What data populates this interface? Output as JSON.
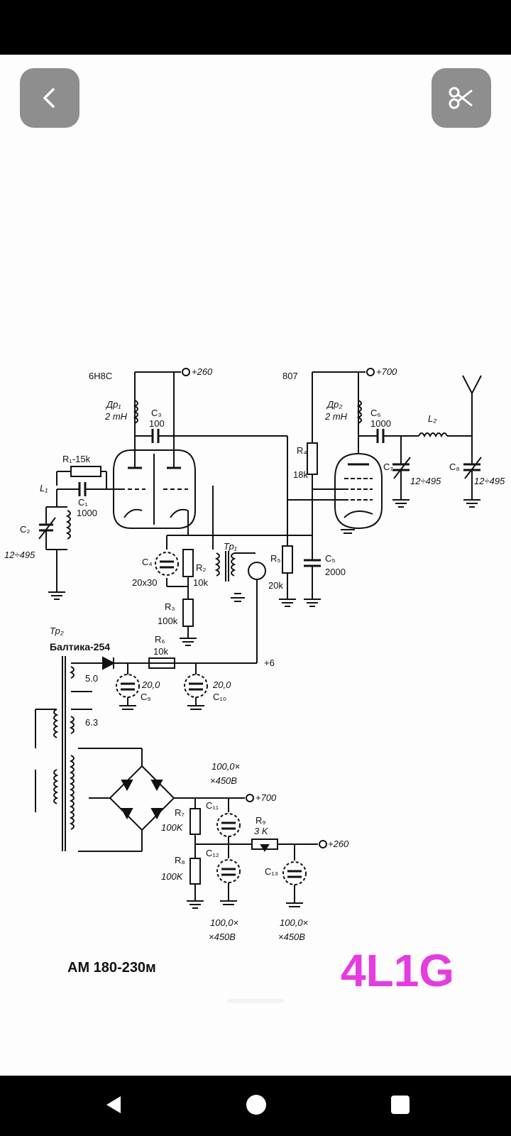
{
  "toolbar": {
    "back_icon": "chevron-left-icon",
    "cut_icon": "scissors-icon"
  },
  "schematic": {
    "tube1": "6Н8С",
    "tube2": "807",
    "v260_top": "+260",
    "v700_top": "+700",
    "dr1": "Др₁",
    "dr1_val": "2 mH",
    "dr2": "Др₂",
    "dr2_val": "2 mH",
    "c3": "C₃",
    "c3_val": "100",
    "c6": "C₆",
    "c6_val": "1000",
    "l2": "L₂",
    "r1": "R₁-15k",
    "l1": "L₁",
    "c1": "C₁",
    "c1_val": "1000",
    "c2": "C₂",
    "c2_val": "12÷495",
    "r4": "R₄",
    "r4_val": "18k",
    "c7": "C₇",
    "c7_val": "12÷495",
    "c8": "C₈",
    "c8_val": "12÷495",
    "c4": "C₄",
    "c4_val": "20x30",
    "r2": "R₂",
    "r2_val": "10k",
    "tr1": "Тр₁",
    "r5": "R₅",
    "r5_val": "20k",
    "c5": "C₅",
    "c5_val": "2000",
    "r3": "R₃",
    "r3_val": "100k",
    "tr2": "Тр₂",
    "tr2_name": "Балтика-254",
    "r6": "R₆",
    "r6_val": "10k",
    "v6": "+6",
    "v5": "5.0",
    "v63": "6.3",
    "c9_val": "20,0",
    "c9": "C₉",
    "c10_val": "20,0",
    "c10": "C₁₀",
    "cap_big1a": "100,0×",
    "cap_big1b": "×450В",
    "v700_bottom": "+700",
    "c11": "C₁₁",
    "r7": "R₇",
    "r7_val": "100K",
    "r9": "R₉",
    "r9_val": "3 K",
    "v260_bottom": "+260",
    "c12": "C₁₂",
    "r8": "R₈",
    "r8_val": "100K",
    "c13": "C₁₃",
    "cap_big2a": "100,0×",
    "cap_big2b": "×450В",
    "cap_big3a": "100,0×",
    "cap_big3b": "×450В",
    "band": "AM 180-230м",
    "logo": "4L1G"
  },
  "colors": {
    "logo": "#e53ce0",
    "button_bg": "#8e8e8e",
    "viewer_bg": "#fdfdfd"
  }
}
